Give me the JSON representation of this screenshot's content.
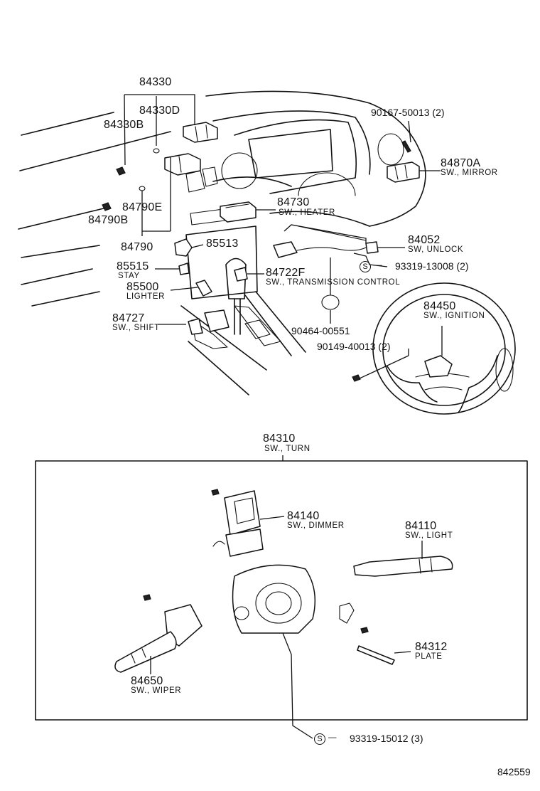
{
  "parts": {
    "p84330": {
      "number": "84330"
    },
    "p84330D": {
      "number": "84330D"
    },
    "p84330B": {
      "number": "84330B"
    },
    "p84790E": {
      "number": "84790E"
    },
    "p84790B": {
      "number": "84790B"
    },
    "p84790": {
      "number": "84790"
    },
    "p84730": {
      "number": "84730",
      "desc": "SW., HEATER"
    },
    "p85513": {
      "number": "85513"
    },
    "p85515": {
      "number": "85515",
      "desc": "STAY"
    },
    "p85500": {
      "number": "85500",
      "desc": "LIGHTER"
    },
    "p84727": {
      "number": "84727",
      "desc": "SW., SHIFT"
    },
    "p84722F": {
      "number": "84722F",
      "desc": "SW., TRANSMISSION CONTROL"
    },
    "p90167": {
      "number": "90167-50013 (2)"
    },
    "p84870A": {
      "number": "84870A",
      "desc": "SW., MIRROR"
    },
    "p84052": {
      "number": "84052",
      "desc": "SW, UNLOCK"
    },
    "p93319a": {
      "number": "93319-13008 (2)",
      "symbol": "S"
    },
    "p90464": {
      "number": "90464-00551"
    },
    "p84450": {
      "number": "84450",
      "desc": "SW., IGNITION"
    },
    "p90149": {
      "number": "90149-40013 (2)"
    },
    "p84310": {
      "number": "84310",
      "desc": "SW., TURN"
    },
    "p84140": {
      "number": "84140",
      "desc": "SW., DIMMER"
    },
    "p84110": {
      "number": "84110",
      "desc": "SW., LIGHT"
    },
    "p84312": {
      "number": "84312",
      "desc": "PLATE"
    },
    "p84650": {
      "number": "84650",
      "desc": "SW., WIPER"
    },
    "p93319b": {
      "number": "93319-15012 (3)",
      "symbol": "S"
    }
  },
  "diagram_code": "842559"
}
